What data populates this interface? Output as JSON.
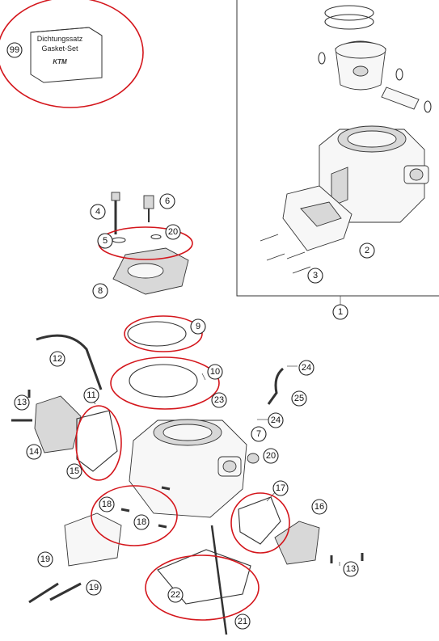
{
  "gasket_set_box": {
    "line1": "Dichtungssatz",
    "line2": "Gasket-Set",
    "brand": "KTM"
  },
  "callouts": {
    "c99": "99",
    "c1": "1",
    "c2": "2",
    "c3": "3",
    "c4": "4",
    "c5": "5",
    "c6": "6",
    "c20a": "20",
    "c8": "8",
    "c9": "9",
    "c10": "10",
    "c12": "12",
    "c13a": "13",
    "c11": "11",
    "c14": "14",
    "c15": "15",
    "c23": "23",
    "c24a": "24",
    "c25": "25",
    "c24b": "24",
    "c7": "7",
    "c20b": "20",
    "c17": "17",
    "c16": "16",
    "c18a": "18",
    "c18b": "18",
    "c19a": "19",
    "c19b": "19",
    "c13b": "13",
    "c22": "22",
    "c21": "21"
  },
  "colors": {
    "highlight": "#d4161c",
    "line": "#333333"
  }
}
